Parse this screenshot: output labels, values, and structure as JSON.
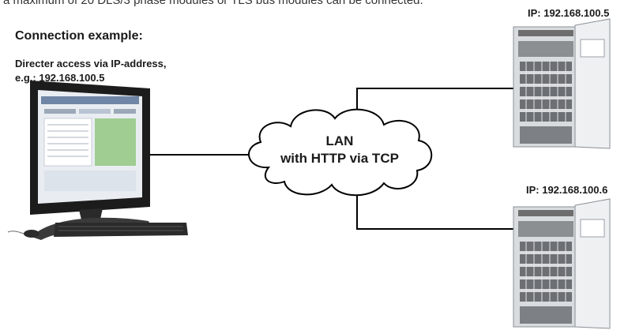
{
  "intro_text": "a maximum of 20 DLS/3 phase modules or TLS bus modules can be connected.",
  "heading": "Connection example:",
  "access_line1": "Directer access via IP-address,",
  "access_line2": "e.g.: 192.168.100.5",
  "cloud": {
    "line1": "LAN",
    "line2": "with HTTP via TCP"
  },
  "devices": [
    {
      "ip_label": "IP: 192.168.100.5"
    },
    {
      "ip_label": "IP: 192.168.100.6"
    }
  ],
  "colors": {
    "line": "#000000",
    "cabinet": "#d9dcdf",
    "monitor": "#1c1c1c"
  }
}
